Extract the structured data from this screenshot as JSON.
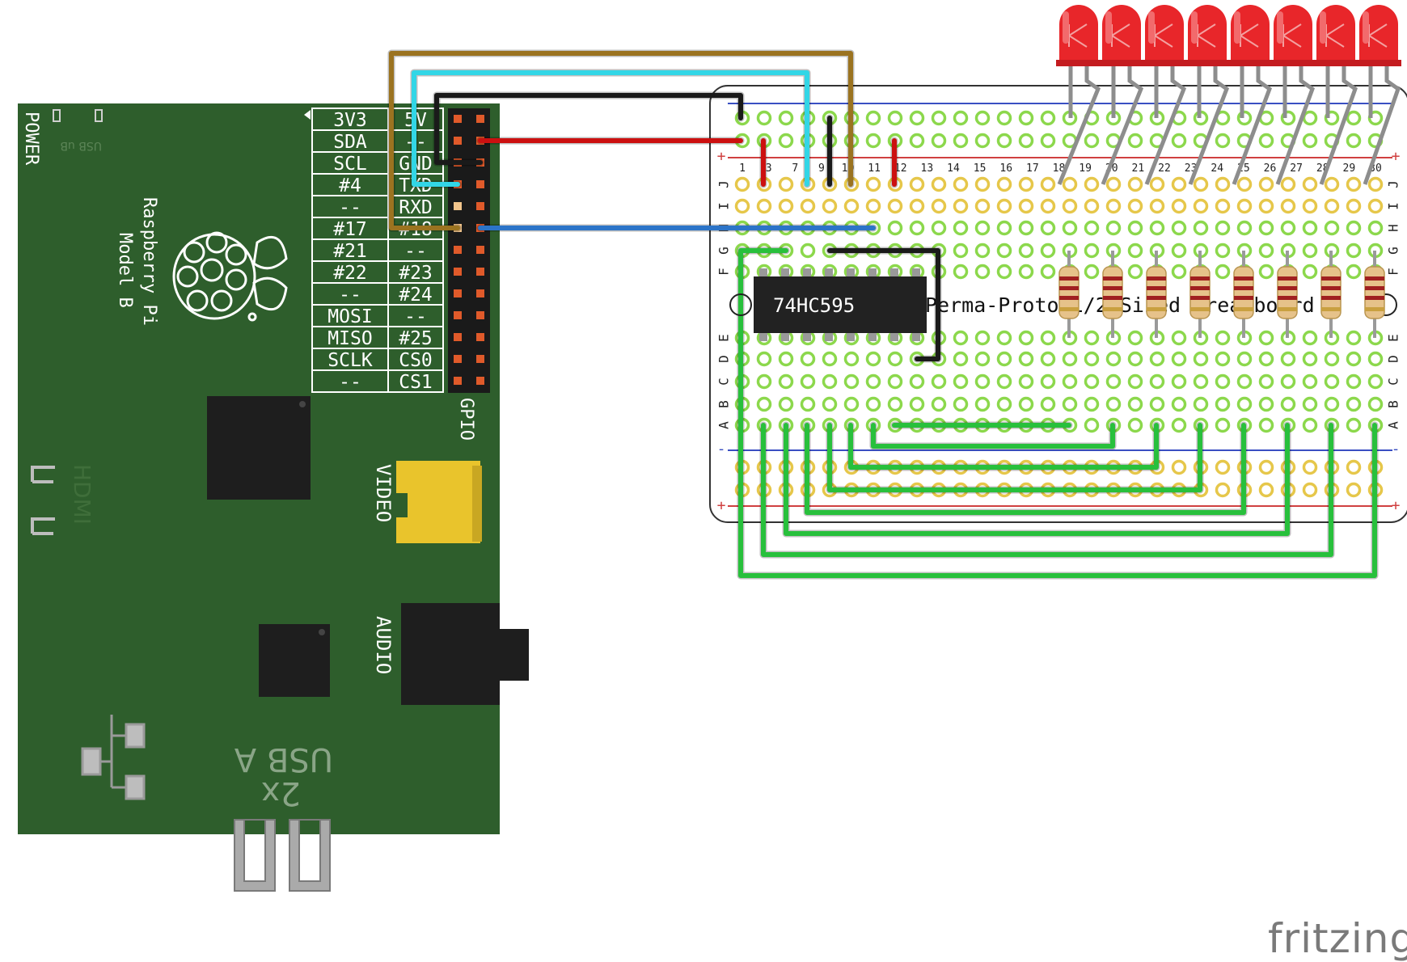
{
  "pi": {
    "name": "Raspberry Pi",
    "model": "Model B",
    "labels": {
      "power": "POWER",
      "usb_b": "USB uB",
      "hdmi": "HDMI",
      "video": "VIDEO",
      "audio": "AUDIO",
      "usb_a": "USB A",
      "usb_count": "2x",
      "gpio": "GPIO"
    },
    "gpio_rows": [
      [
        "3V3",
        "5V"
      ],
      [
        "SDA",
        "--"
      ],
      [
        "SCL",
        "GND"
      ],
      [
        "#4",
        "TXD"
      ],
      [
        "--",
        "RXD"
      ],
      [
        "#17",
        "#18"
      ],
      [
        "#21",
        "--"
      ],
      [
        "#22",
        "#23"
      ],
      [
        "--",
        "#24"
      ],
      [
        "MOSI",
        "--"
      ],
      [
        "MISO",
        "#25"
      ],
      [
        "SCLK",
        "CS0"
      ],
      [
        "--",
        "CS1"
      ]
    ]
  },
  "breadboard": {
    "title": "Perma-Proto 1/2 Sized Breadboard",
    "row_letters_top": [
      "J",
      "I",
      "H",
      "G",
      "F"
    ],
    "row_letters_bottom": [
      "E",
      "D",
      "C",
      "B",
      "A"
    ],
    "column_numbers": [
      "1",
      "3",
      "7",
      "9",
      "10",
      "11",
      "12",
      "13",
      "14",
      "15",
      "16",
      "17",
      "18",
      "19",
      "20",
      "21",
      "22",
      "23",
      "24",
      "25",
      "26",
      "27",
      "28",
      "29",
      "30"
    ],
    "rail_plus": "+",
    "rail_minus": "-"
  },
  "chip": {
    "label": "74HC595"
  },
  "leds": {
    "count": 8,
    "color": "#e8262a"
  },
  "wire_colors": {
    "brown": "#9b7320",
    "cyan": "#32d6e6",
    "black": "#1a1a1a",
    "red": "#cc1010",
    "blue": "#2c74c8",
    "green": "#28c03c"
  },
  "board_color": "#2e5e2c",
  "brand": "fritzing"
}
